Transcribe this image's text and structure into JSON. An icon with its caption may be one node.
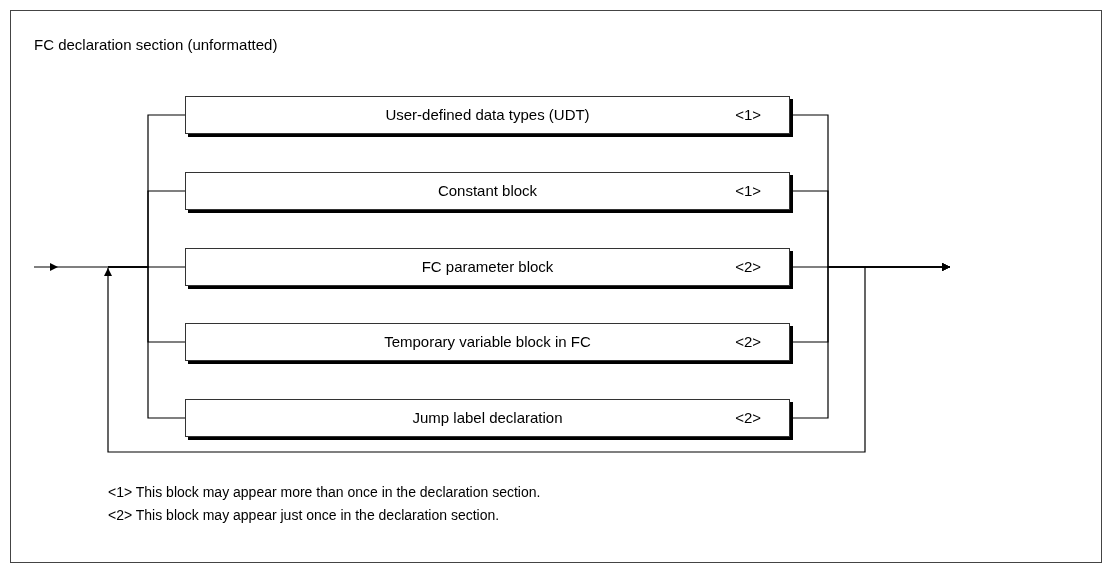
{
  "diagram": {
    "title": "FC declaration section (unformatted)",
    "nodes": [
      {
        "text": [
          "User-defined data types (UDT)",
          "<1>"
        ]
      },
      {
        "text": [
          "Constant block",
          "<1>"
        ]
      },
      {
        "text": [
          "FC parameter block",
          "<2>"
        ]
      },
      {
        "text": [
          "Temporary variable block in FC",
          "<2>"
        ]
      },
      {
        "text": [
          "Jump label declaration",
          "<2>"
        ]
      }
    ],
    "edges": [
      {
        "from": null,
        "to": 0,
        "arrow": "none"
      },
      {
        "from": null,
        "to": 1,
        "arrow": "none"
      },
      {
        "from": null,
        "to": 2,
        "arrow": "none"
      },
      {
        "from": null,
        "to": 3,
        "arrow": "none"
      },
      {
        "from": null,
        "to": 4,
        "arrow": "none"
      },
      {
        "from": 0,
        "to": null,
        "arrow": "to"
      },
      {
        "from": 1,
        "to": null,
        "arrow": "to"
      },
      {
        "from": 2,
        "to": null,
        "arrow": "to"
      },
      {
        "from": 3,
        "to": null,
        "arrow": "to"
      },
      {
        "from": 4,
        "to": null,
        "arrow": "to"
      }
    ],
    "labels": [
      "<1> This block may appear more than once in the declaration section.",
      "<2> This block may appear just once in the declaration section."
    ]
  }
}
